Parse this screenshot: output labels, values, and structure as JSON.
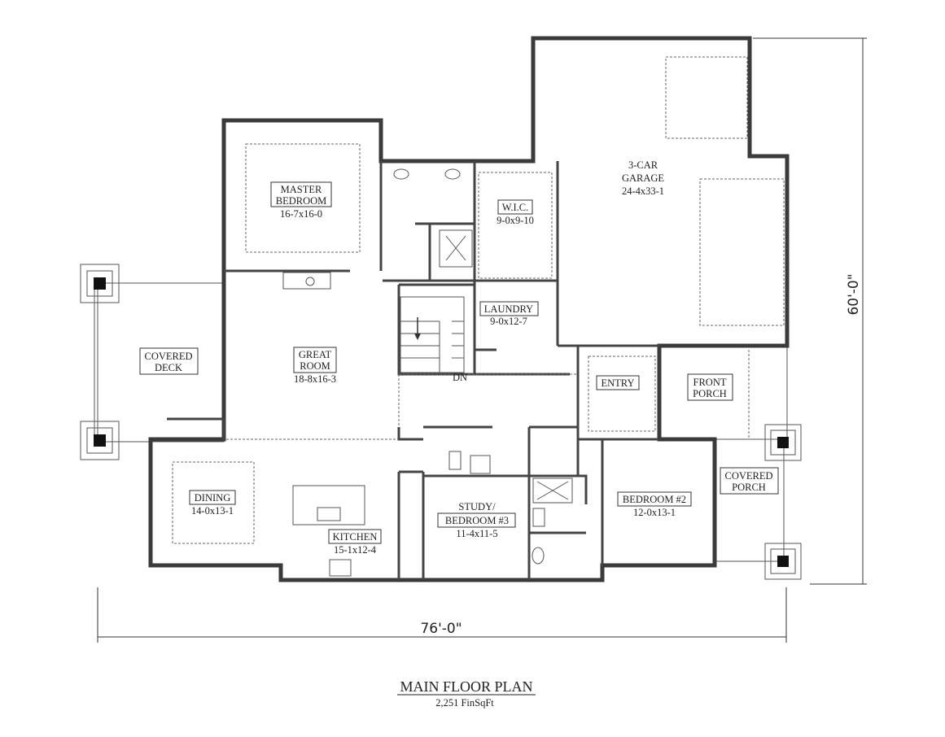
{
  "plan": {
    "title": "MAIN FLOOR PLAN",
    "subtitle": "2,251 FinSqFt",
    "width_dimension": "76'-0\"",
    "depth_dimension": "60'-0\""
  },
  "rooms": {
    "master": {
      "name1": "MASTER",
      "name2": "BEDROOM",
      "size": "16-7x16-0"
    },
    "wic": {
      "name": "W.I.C.",
      "size": "9-0x9-10"
    },
    "garage": {
      "name1": "3-CAR",
      "name2": "GARAGE",
      "size": "24-4x33-1"
    },
    "laundry": {
      "name": "LAUNDRY",
      "size": "9-0x12-7"
    },
    "deck": {
      "name1": "COVERED",
      "name2": "DECK"
    },
    "great": {
      "name1": "GREAT",
      "name2": "ROOM",
      "size": "18-8x16-3"
    },
    "stairs": {
      "label": "DN"
    },
    "entry": {
      "name": "ENTRY"
    },
    "front_porch": {
      "name1": "FRONT",
      "name2": "PORCH"
    },
    "covered_porch": {
      "name1": "COVERED",
      "name2": "PORCH"
    },
    "dining": {
      "name": "DINING",
      "size": "14-0x13-1"
    },
    "kitchen": {
      "name": "KITCHEN",
      "size": "15-1x12-4"
    },
    "study": {
      "name1": "STUDY/",
      "name2": "BEDROOM #3",
      "size": "11-4x11-5"
    },
    "bedroom2": {
      "name": "BEDROOM #2",
      "size": "12-0x13-1"
    }
  }
}
